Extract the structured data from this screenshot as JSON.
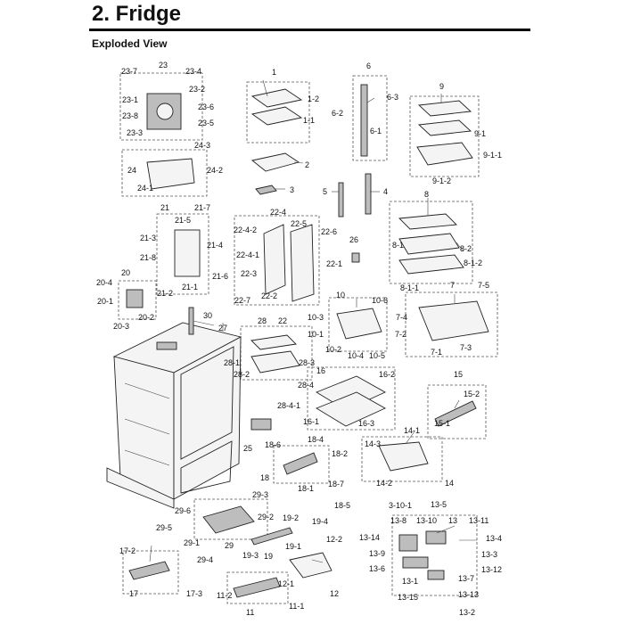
{
  "header": {
    "title": "2. Fridge",
    "subtitle": "Exploded View"
  },
  "callouts": [
    "23",
    "23-7",
    "23-4",
    "23-2",
    "23-1",
    "23-6",
    "23-8",
    "23-5",
    "23-3",
    "24-3",
    "24",
    "24-2",
    "24-1",
    "1",
    "1-2",
    "1-1",
    "2",
    "3",
    "6",
    "6-3",
    "6-2",
    "6-1",
    "5",
    "4",
    "9",
    "9-1",
    "9-1-1",
    "9-1-2",
    "21",
    "21-7",
    "21-5",
    "21-3",
    "21-4",
    "21-8",
    "21-6",
    "21-1",
    "21-2",
    "22-4",
    "22-4-2",
    "22-5",
    "22-6",
    "22-4-1",
    "22-1",
    "22-3",
    "22-2",
    "22-7",
    "22",
    "26",
    "8",
    "8-1",
    "8-2",
    "8-1-2",
    "8-1-1",
    "20",
    "20-4",
    "20-1",
    "20-2",
    "20-3",
    "30",
    "27",
    "10",
    "10-6",
    "10-3",
    "10-1",
    "10-2",
    "10-4",
    "10-5",
    "7",
    "7-5",
    "7-4",
    "7-2",
    "7-1",
    "7-3",
    "28",
    "28-1",
    "28-3",
    "28-2",
    "28-4",
    "28-4-1",
    "16",
    "16-2",
    "16-1",
    "16-3",
    "15",
    "15-2",
    "15-1",
    "25",
    "18-6",
    "18-4",
    "18-2",
    "18",
    "18-7",
    "18-1",
    "18-5",
    "14-1",
    "14-3",
    "14-2",
    "14",
    "29-3",
    "29-6",
    "29-2",
    "29-5",
    "29-1",
    "29",
    "29-4",
    "19-2",
    "19-4",
    "19-1",
    "19-3",
    "19",
    "12-2",
    "12-1",
    "12",
    "3-10-1",
    "13-5",
    "13-8",
    "13-10",
    "13",
    "13-11",
    "13-14",
    "13-4",
    "13-9",
    "13-3",
    "13-6",
    "13-12",
    "13-7",
    "13-1",
    "13-13",
    "13-15",
    "13-2",
    "17-2",
    "17",
    "17-3",
    "11-2",
    "11-1",
    "11"
  ]
}
